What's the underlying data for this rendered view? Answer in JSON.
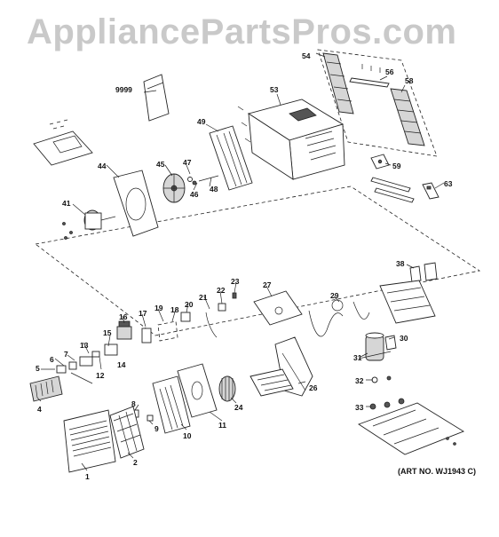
{
  "watermark": "AppliancePartsPros.com",
  "art_number": "(ART NO. WJ1943 C)",
  "callouts": [
    "1",
    "2",
    "4",
    "5",
    "6",
    "7",
    "8",
    "9",
    "10",
    "11",
    "12",
    "13",
    "14",
    "15",
    "16",
    "17",
    "18",
    "19",
    "20",
    "21",
    "22",
    "23",
    "24",
    "26",
    "27",
    "29",
    "30",
    "31",
    "32",
    "33",
    "38",
    "41",
    "44",
    "45",
    "46",
    "47",
    "48",
    "49",
    "53",
    "54",
    "56",
    "58",
    "59",
    "63",
    "9999"
  ]
}
